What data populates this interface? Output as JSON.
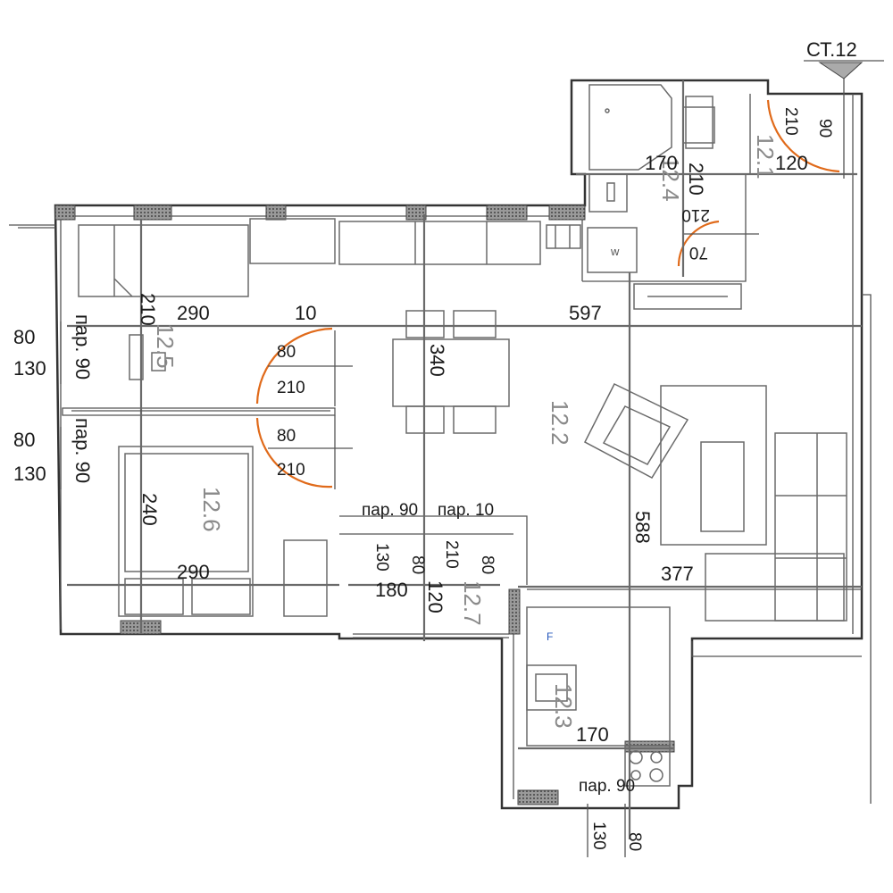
{
  "stamp": {
    "label": "СТ.12"
  },
  "rooms": [
    {
      "id": "r1",
      "area": "12.6"
    },
    {
      "id": "r2",
      "area": "12.5"
    },
    {
      "id": "r3",
      "area": "12.2"
    },
    {
      "id": "r4",
      "area": "12.4"
    },
    {
      "id": "r5",
      "area": "12.1"
    },
    {
      "id": "r6",
      "area": "12.7"
    },
    {
      "id": "r7",
      "area": "12.3"
    }
  ],
  "dimensions": {
    "d290a": "290",
    "d10a": "10",
    "d597": "597",
    "d210v": "210",
    "d340": "340",
    "d240": "240",
    "d290b": "290",
    "d588": "588",
    "d377": "377",
    "d180": "180",
    "d120v": "120",
    "d170a": "170",
    "d210b": "210",
    "d120a": "120",
    "d170b": "170"
  },
  "door_labels": {
    "a1": "80",
    "a2": "210",
    "b1": "80",
    "b2": "210",
    "c1": "210",
    "c2": "70",
    "d1": "210",
    "d2": "90",
    "e1": "130",
    "e2": "80",
    "f1": "210",
    "f2": "80"
  },
  "window_labels": {
    "w1a": "80",
    "w1b": "130",
    "w1c": "пар. 90",
    "w2a": "80",
    "w2b": "130",
    "w2c": "пар. 90",
    "w3": "пар. 90",
    "w4": "пар. 10",
    "w5": "пар. 90",
    "w5a": "130",
    "w5b": "80"
  },
  "appliances": {
    "washer": "w",
    "fridge": "F"
  }
}
